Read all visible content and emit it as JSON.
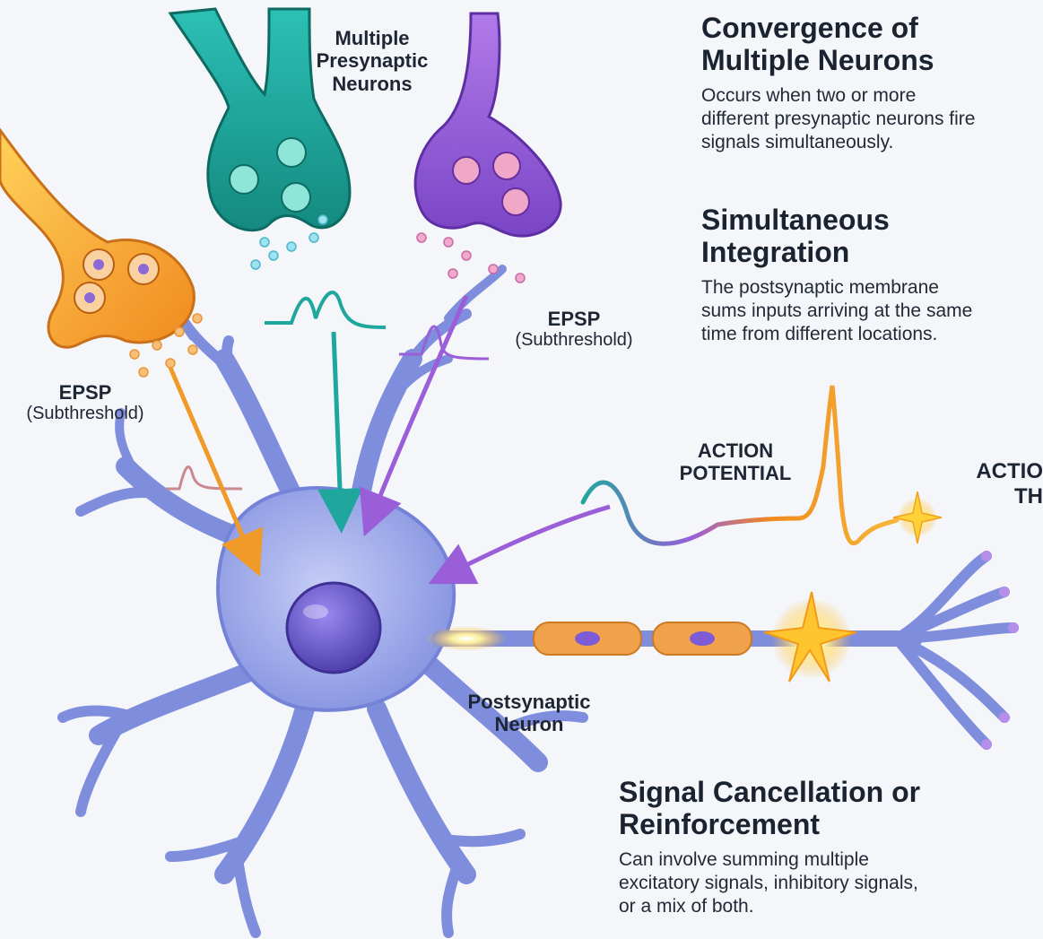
{
  "labels": {
    "presynaptic": "Multiple\nPresynaptic\nNeurons",
    "epsp_left_title": "EPSP",
    "epsp_left_sub": "(Subthreshold)",
    "epsp_right_title": "EPSP",
    "epsp_right_sub": "(Subthreshold)",
    "action_potential": "ACTION\nPOTENTIAL",
    "action_cut": "ACTIO\nTH",
    "postsynaptic": "Postsynaptic\nNeuron"
  },
  "panels": [
    {
      "title": "Convergence of\nMultiple Neurons",
      "body": "Occurs when two or more\ndifferent presynaptic neurons fire\nsignals simultaneously."
    },
    {
      "title": "Simultaneous\nIntegration",
      "body": "The postsynaptic membrane\nsums inputs arriving at the same\ntime from different locations."
    },
    {
      "title": "Signal Cancellation or\nReinforcement",
      "body": "Can involve summing multiple\nexcitatory signals, inhibitory signals,\nor a mix of both."
    }
  ],
  "colors": {
    "orange_neuron": "#f5a02c",
    "teal_neuron": "#1fa79e",
    "purple_neuron": "#9a5ed8",
    "postsynaptic": "#8f9be8",
    "soma": "#6957c9",
    "myelin": "#f0a24a",
    "spark": "#ffd23a"
  }
}
